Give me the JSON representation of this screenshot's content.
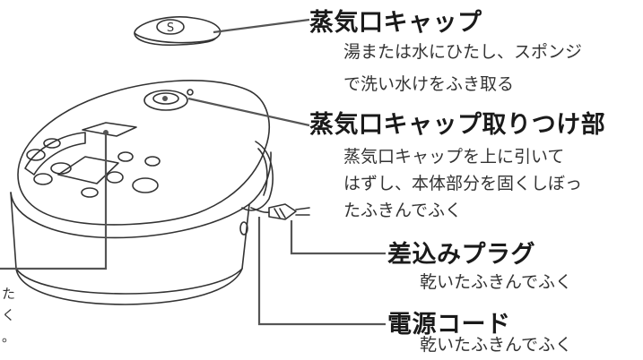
{
  "callouts": {
    "cap": {
      "title": "蒸気口キャップ",
      "lines": [
        "湯または水にひたし、スポンジ",
        "で洗い水けをふき取る"
      ]
    },
    "mount": {
      "title": "蒸気口キャップ取りつけ部",
      "lines": [
        "蒸気口キャップを上に引いて",
        "はずし、本体部分を固くしぼっ",
        "たふきんでふく"
      ]
    },
    "plug": {
      "title": "差込みプラグ",
      "lines": [
        "乾いたふきんでふく"
      ]
    },
    "cord": {
      "title": "電源コード",
      "lines": [
        "乾いたふきんでふく"
      ]
    },
    "left_cut": {
      "lines": [
        "た",
        "く",
        "。"
      ]
    }
  },
  "colors": {
    "ink": "#1a1a1a",
    "leader": "#555555",
    "outline": "#333333"
  }
}
